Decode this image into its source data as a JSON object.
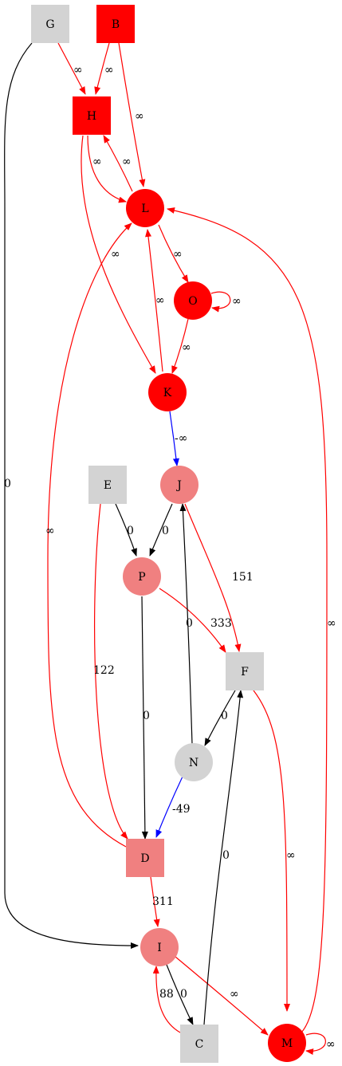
{
  "colors": {
    "red": "#ff0000",
    "pink": "#f08080",
    "gray": "#d3d3d3",
    "black": "#000000",
    "blue": "#0000ff"
  },
  "nodes": {
    "G": {
      "label": "G",
      "fill": "#d3d3d3"
    },
    "B": {
      "label": "B",
      "fill": "#ff0000"
    },
    "H": {
      "label": "H",
      "fill": "#ff0000"
    },
    "L": {
      "label": "L",
      "fill": "#ff0000"
    },
    "O": {
      "label": "O",
      "fill": "#ff0000"
    },
    "K": {
      "label": "K",
      "fill": "#ff0000"
    },
    "E": {
      "label": "E",
      "fill": "#d3d3d3"
    },
    "J": {
      "label": "J",
      "fill": "#f08080"
    },
    "P": {
      "label": "P",
      "fill": "#f08080"
    },
    "F": {
      "label": "F",
      "fill": "#d3d3d3"
    },
    "N": {
      "label": "N",
      "fill": "#d3d3d3"
    },
    "D": {
      "label": "D",
      "fill": "#f08080"
    },
    "I": {
      "label": "I",
      "fill": "#f08080"
    },
    "C": {
      "label": "C",
      "fill": "#d3d3d3"
    },
    "M": {
      "label": "M",
      "fill": "#ff0000"
    }
  },
  "edges": {
    "G_H": {
      "label": "∞",
      "color": "#ff0000"
    },
    "G_I": {
      "label": "0",
      "color": "#000000"
    },
    "B_H": {
      "label": "∞",
      "color": "#ff0000"
    },
    "B_L": {
      "label": "∞",
      "color": "#ff0000"
    },
    "H_L": {
      "label": "∞",
      "color": "#ff0000"
    },
    "L_H": {
      "label": "∞",
      "color": "#ff0000"
    },
    "H_K": {
      "label": "∞",
      "color": "#ff0000"
    },
    "L_O": {
      "label": "∞",
      "color": "#ff0000"
    },
    "O_O": {
      "label": "∞",
      "color": "#ff0000"
    },
    "O_K": {
      "label": "∞",
      "color": "#ff0000"
    },
    "K_L": {
      "label": "∞",
      "color": "#ff0000"
    },
    "K_J": {
      "label": "-∞",
      "color": "#0000ff"
    },
    "E_P": {
      "label": "0",
      "color": "#000000"
    },
    "E_D": {
      "label": "122",
      "color": "#ff0000"
    },
    "J_P": {
      "label": "0",
      "color": "#000000"
    },
    "J_F": {
      "label": "151",
      "color": "#ff0000"
    },
    "P_F": {
      "label": "333",
      "color": "#ff0000"
    },
    "P_D": {
      "label": "0",
      "color": "#000000"
    },
    "N_J": {
      "label": "0",
      "color": "#000000"
    },
    "F_N": {
      "label": "0",
      "color": "#000000"
    },
    "F_M": {
      "label": "∞",
      "color": "#ff0000"
    },
    "N_D": {
      "label": "-49",
      "color": "#0000ff"
    },
    "D_L": {
      "label": "∞",
      "color": "#ff0000"
    },
    "D_I": {
      "label": "311",
      "color": "#ff0000"
    },
    "I_M": {
      "label": "∞",
      "color": "#ff0000"
    },
    "I_C": {
      "label": "0",
      "color": "#000000"
    },
    "C_I": {
      "label": "88",
      "color": "#ff0000"
    },
    "C_F": {
      "label": "0",
      "color": "#000000"
    },
    "M_L": {
      "label": "∞",
      "color": "#ff0000"
    },
    "M_M": {
      "label": "∞",
      "color": "#ff0000"
    }
  }
}
